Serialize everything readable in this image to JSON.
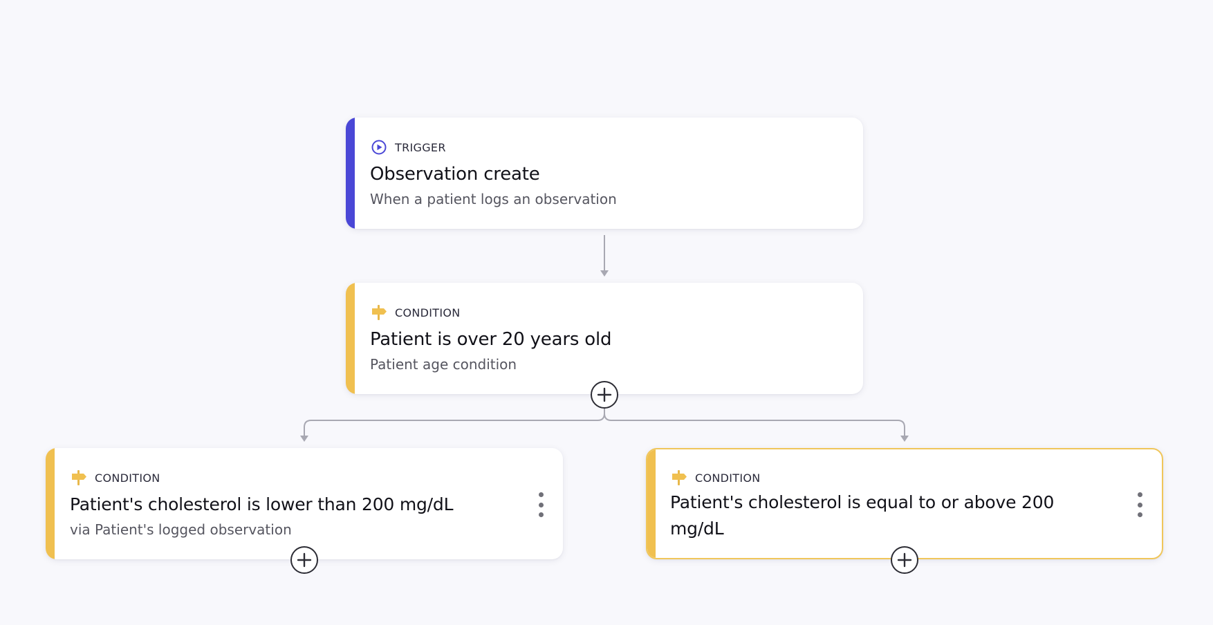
{
  "flow": {
    "trigger": {
      "tag": "TRIGGER",
      "title": "Observation create",
      "subtitle": "When a patient logs an observation",
      "accent_color": "#4a47d6",
      "icon": "play-circle-icon"
    },
    "condition_age": {
      "tag": "CONDITION",
      "title": "Patient is over 20 years old",
      "subtitle": "Patient age condition",
      "accent_color": "#f0c050",
      "icon": "signpost-icon"
    },
    "condition_low": {
      "tag": "CONDITION",
      "title": "Patient's cholesterol is lower than 200 mg/dL",
      "subtitle": "via Patient's logged observation",
      "accent_color": "#f0c050",
      "icon": "signpost-icon"
    },
    "condition_high": {
      "tag": "CONDITION",
      "title": "Patient's cholesterol is equal to or above 200 mg/dL",
      "selected": true,
      "accent_color": "#f0c050",
      "icon": "signpost-icon"
    }
  },
  "colors": {
    "background": "#f8f8fc",
    "connector": "#a8a8b2",
    "add_button_border": "#2c2c34"
  }
}
